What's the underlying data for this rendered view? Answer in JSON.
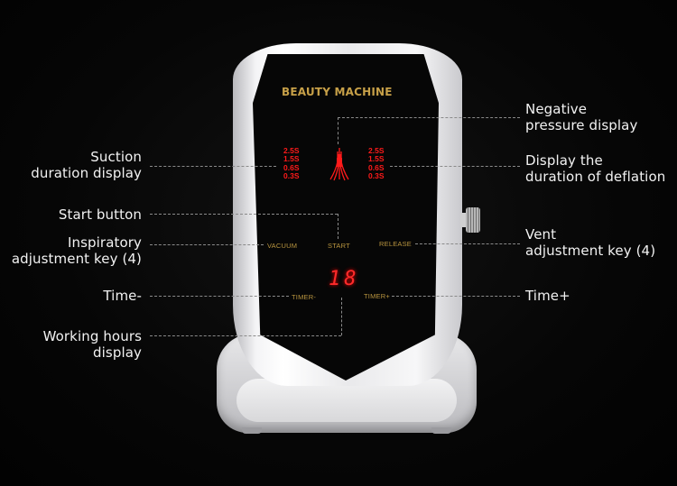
{
  "device": {
    "brand": "BEAUTY MACHINE",
    "left_times": [
      "2.5S",
      "1.5S",
      "0.6S",
      "0.3S"
    ],
    "right_times": [
      "2.5S",
      "1.5S",
      "0.6S",
      "0.3S"
    ],
    "buttons": {
      "vacuum": "VACUUM",
      "start": "START",
      "release": "RELEASE",
      "timer_minus": "TIMER-",
      "timer_plus": "TIMER+"
    },
    "timer_display": "18",
    "pressure_icon": "vacuum-jet-icon",
    "colors": {
      "led_red": "#ff1a1a",
      "label_gold": "#c7a048",
      "shell_white": "#f4f4f6",
      "background": "#050505"
    }
  },
  "callouts_left": [
    {
      "line1": "Suction",
      "line2": "duration display"
    },
    {
      "line1": "Start button",
      "line2": ""
    },
    {
      "line1": "Inspiratory",
      "line2": "adjustment key (4)"
    },
    {
      "line1": "Time-",
      "line2": ""
    },
    {
      "line1": "Working hours",
      "line2": "display"
    }
  ],
  "callouts_right": [
    {
      "line1": "Negative",
      "line2": "pressure display"
    },
    {
      "line1": "Display the",
      "line2": "duration of deflation"
    },
    {
      "line1": "Vent",
      "line2": "adjustment key (4)"
    },
    {
      "line1": "Time+",
      "line2": ""
    }
  ]
}
